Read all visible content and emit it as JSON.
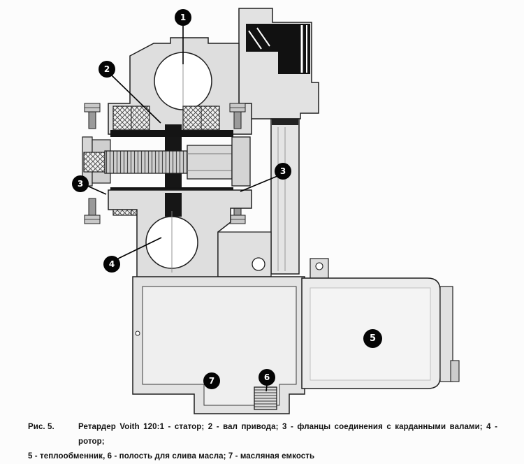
{
  "figure": {
    "description": "Cross-section engineering drawing of Voith 120 retarder",
    "callouts": [
      {
        "label": "1"
      },
      {
        "label": "2"
      },
      {
        "label": "3"
      },
      {
        "label": "3"
      },
      {
        "label": "4"
      },
      {
        "label": "5"
      },
      {
        "label": "6"
      },
      {
        "label": "7"
      }
    ]
  },
  "caption": {
    "figure_label": "Рис. 5.",
    "title_prefix": "Ретардер Voith 120:",
    "line1_items": "1 - статор; 2 - вал привода; 3 - фланцы соединения с карданными валами; 4 - ротор;",
    "line2_items": "5 - теплообменник, 6 - полость для слива масла; 7 - масляная емкость"
  },
  "colors": {
    "outline": "#1f1f1f",
    "metal_light": "#e2e2e2",
    "metal_dark": "#141414",
    "callout_bg": "#050505",
    "callout_text": "#ffffff"
  }
}
